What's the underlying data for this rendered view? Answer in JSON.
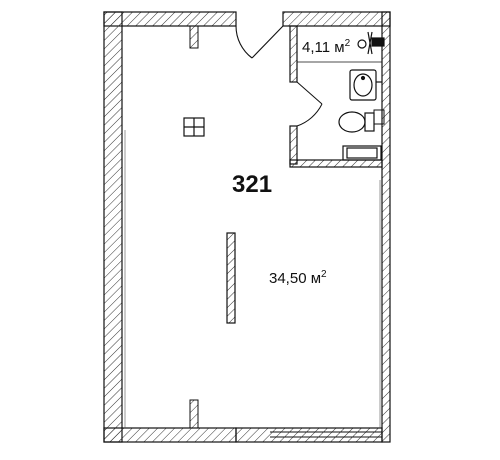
{
  "plan": {
    "unit_number": "321",
    "main_room": {
      "area_value": "34,50 м",
      "area_sup": "2"
    },
    "bathroom": {
      "area_value": "4,11 м",
      "area_sup": "2"
    }
  },
  "colors": {
    "line": "#111111",
    "hatch": "#333333",
    "background": "#ffffff"
  }
}
